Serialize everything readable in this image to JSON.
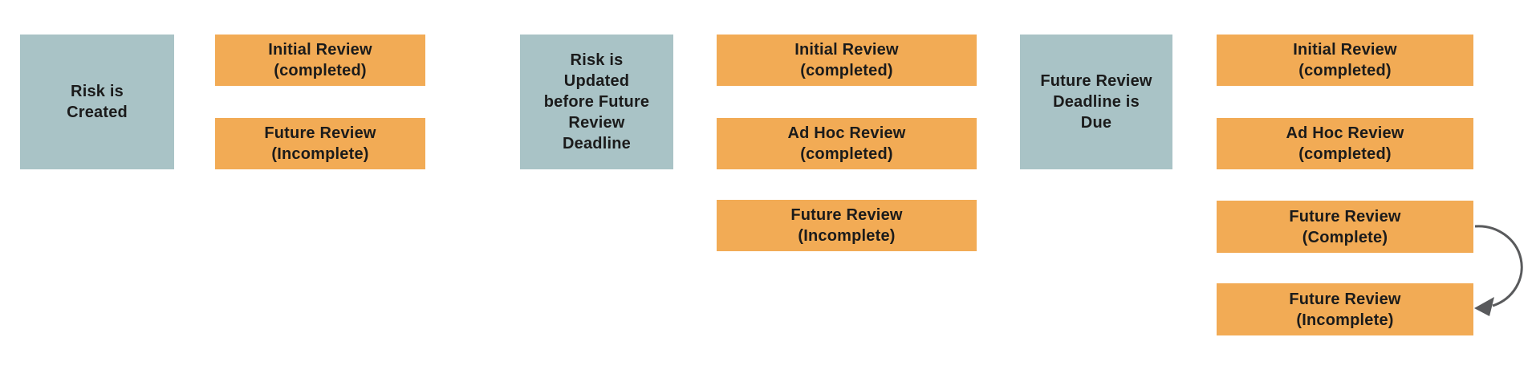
{
  "colors": {
    "stage_fill": "#a9c3c6",
    "review_fill": "#f2ab55",
    "arrow": "#595a5c",
    "text": "#1b1b1b",
    "background": "#ffffff"
  },
  "diagram": {
    "stages": [
      {
        "label": "Risk is\nCreated"
      },
      {
        "label": "Risk is\nUpdated\nbefore Future\nReview\nDeadline"
      },
      {
        "label": "Future Review\nDeadline is\nDue"
      }
    ],
    "review_groups": [
      {
        "items": [
          {
            "label": "Initial Review\n(completed)"
          },
          {
            "label": "Future Review\n(Incomplete)"
          }
        ]
      },
      {
        "items": [
          {
            "label": "Initial Review\n(completed)"
          },
          {
            "label": "Ad Hoc Review\n(completed)"
          },
          {
            "label": "Future Review\n(Incomplete)"
          }
        ]
      },
      {
        "items": [
          {
            "label": "Initial Review\n(completed)"
          },
          {
            "label": "Ad Hoc Review\n(completed)"
          },
          {
            "label": "Future Review\n(Complete)"
          },
          {
            "label": "Future Review\n(Incomplete)"
          }
        ]
      }
    ],
    "loop_arrow": {
      "from_label": "Future Review (Complete)",
      "to_label": "Future Review (Incomplete)"
    }
  }
}
